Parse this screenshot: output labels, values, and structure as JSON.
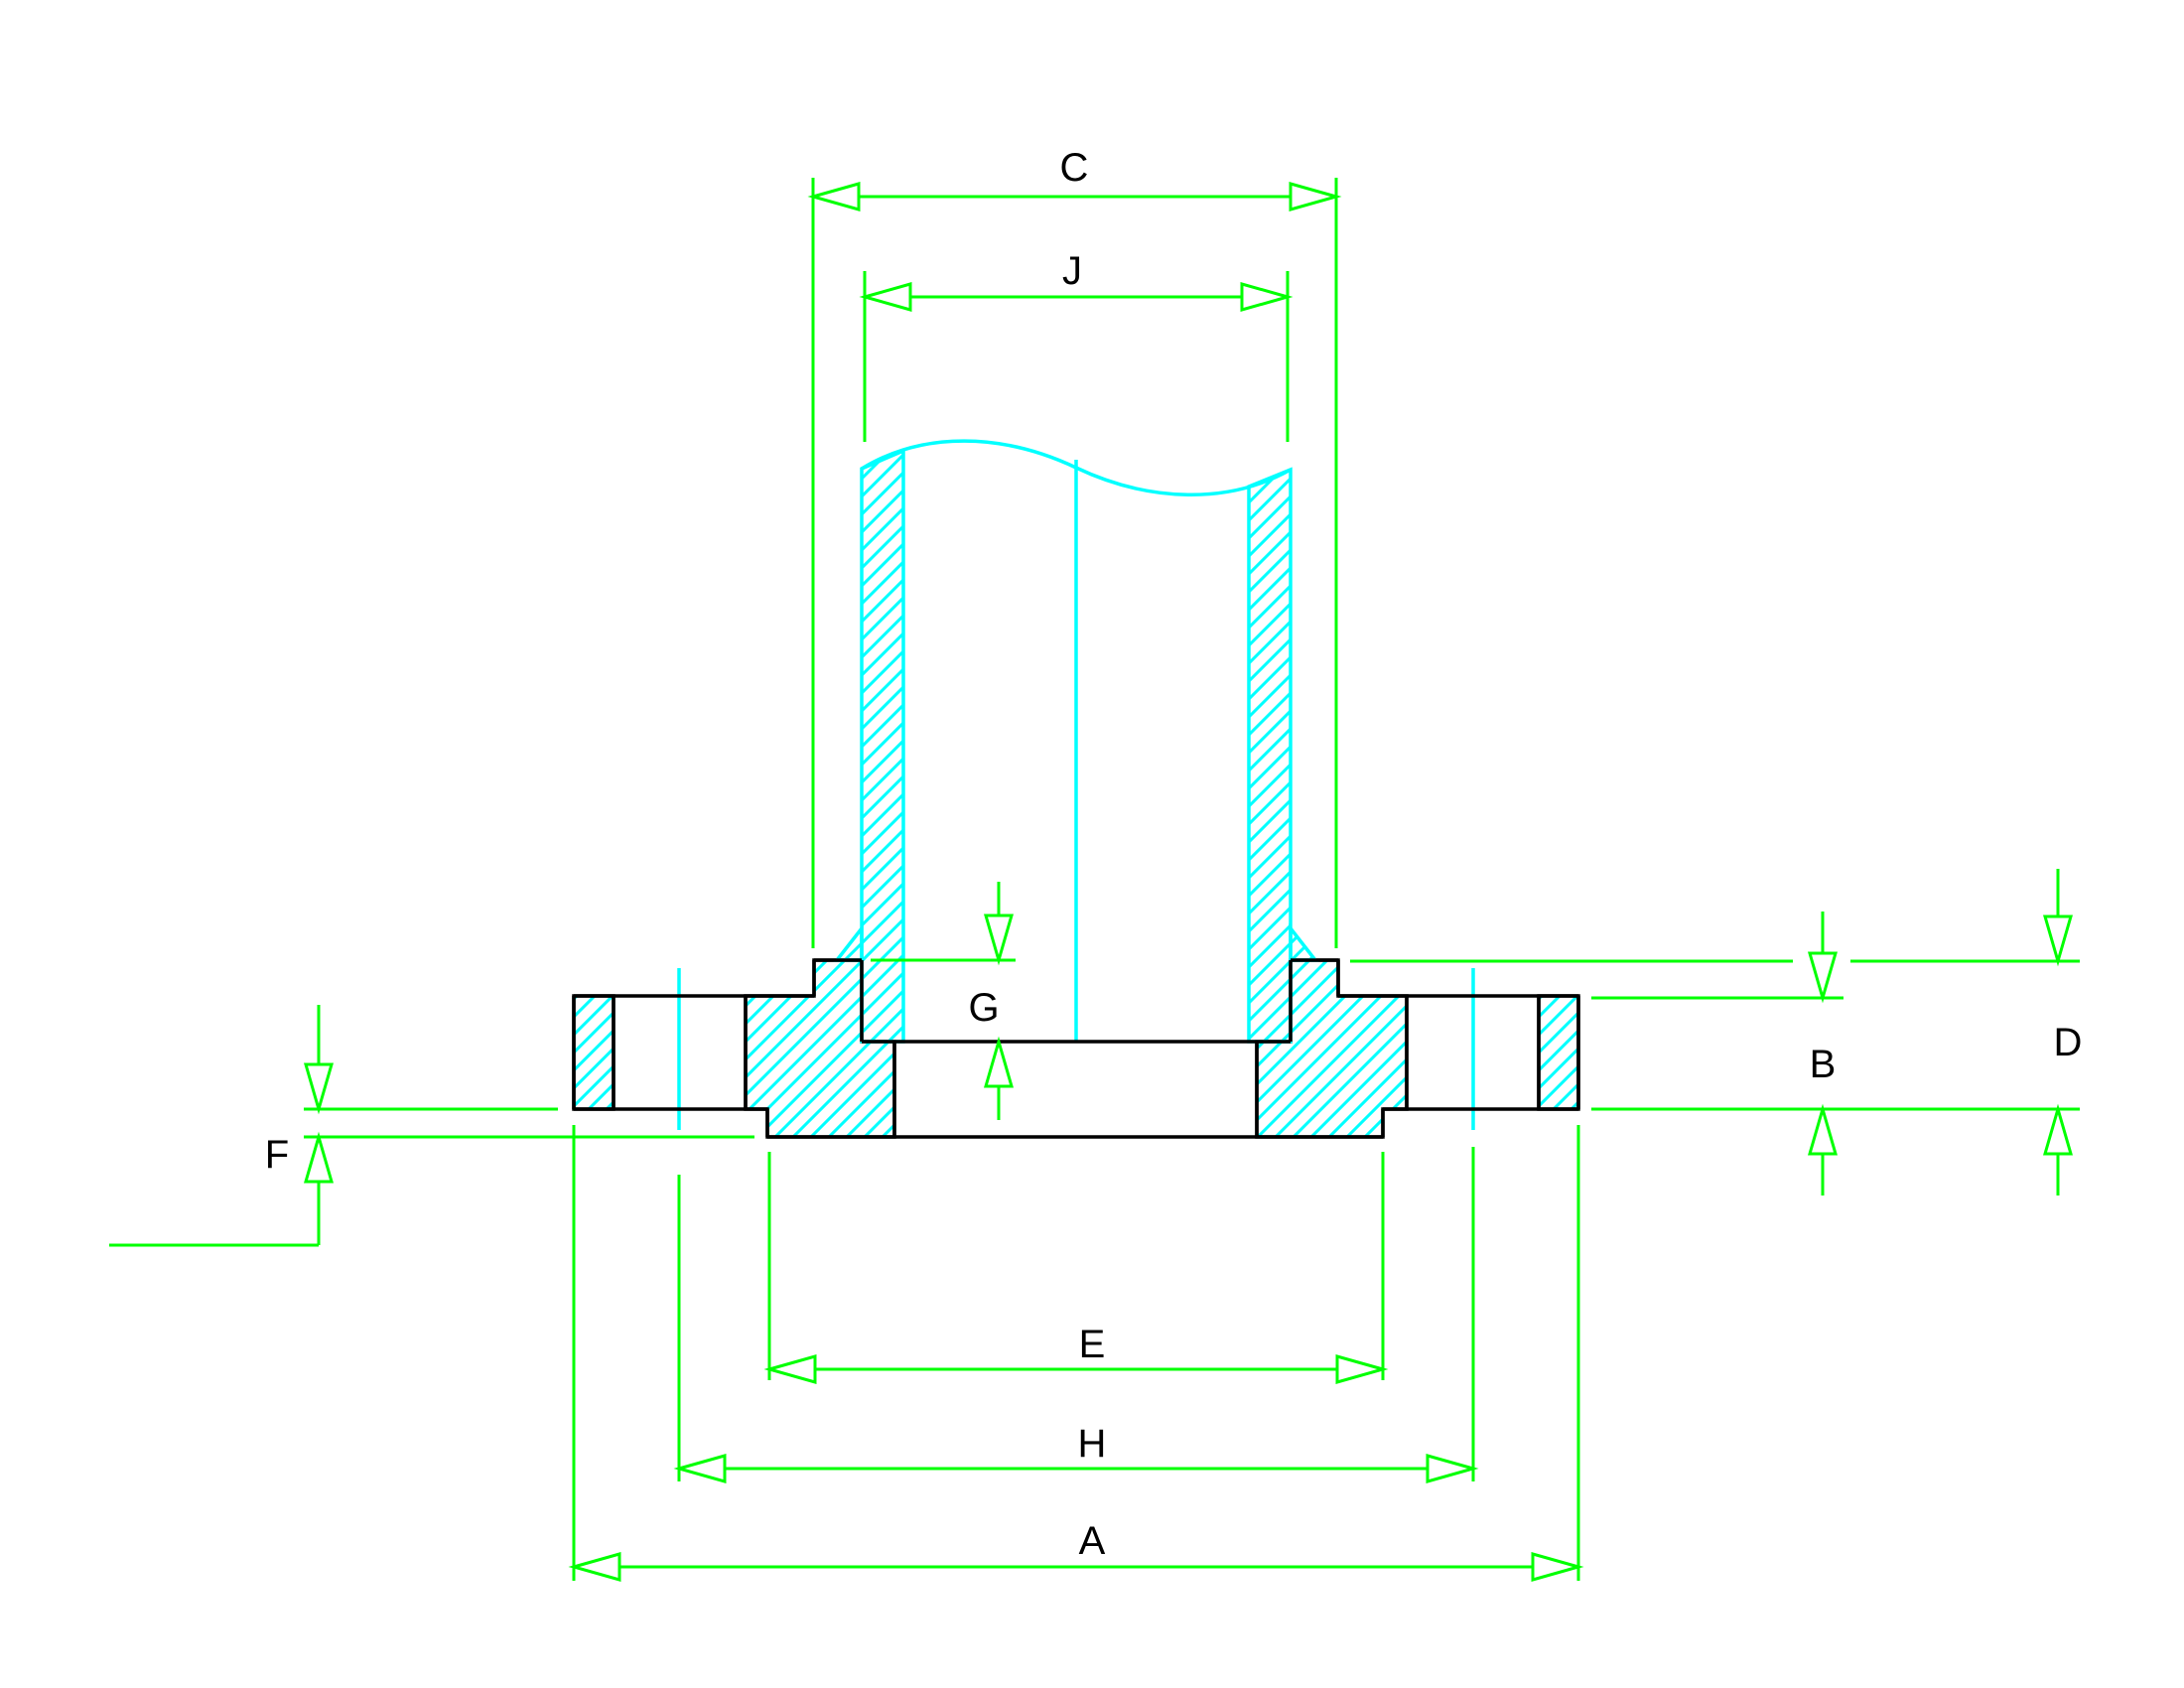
{
  "drawing": {
    "colors": {
      "background": "#ffffff",
      "outline": "#000000",
      "dimension": "#00ff00",
      "section": "#00ffff",
      "label": "#000000"
    },
    "dimension_labels": {
      "a": "A",
      "b": "B",
      "c": "C",
      "d": "D",
      "e": "E",
      "f": "F",
      "g": "G",
      "h": "H",
      "j": "J"
    }
  }
}
